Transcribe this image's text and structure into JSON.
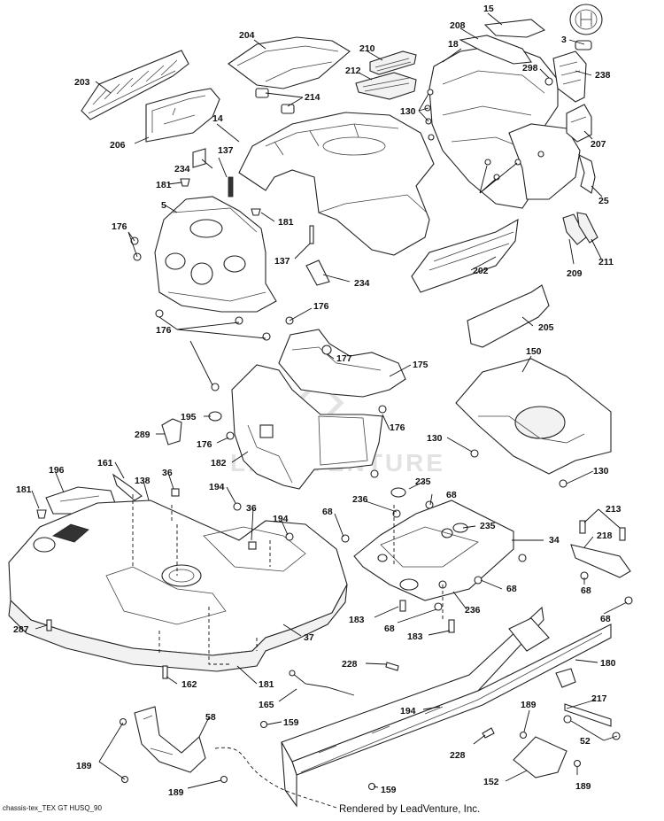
{
  "footer": {
    "diagram_id": "chassis-tex_TEX GT HUSQ_90",
    "rendered_by": "Rendered by LeadVenture, Inc."
  },
  "watermark": "LEADVENTURE",
  "callouts": [
    "15",
    "3",
    "208",
    "18",
    "298",
    "238",
    "204",
    "210",
    "212",
    "214",
    "203",
    "206",
    "14",
    "130",
    "207",
    "137",
    "234",
    "181",
    "5",
    "176",
    "25",
    "202",
    "209",
    "211",
    "234",
    "137",
    "181",
    "176",
    "176",
    "205",
    "177",
    "175",
    "150",
    "195",
    "289",
    "176",
    "182",
    "176",
    "130",
    "130",
    "161",
    "196",
    "36",
    "138",
    "181",
    "194",
    "36",
    "194",
    "235",
    "236",
    "68",
    "68",
    "235",
    "34",
    "213",
    "218",
    "68",
    "68",
    "183",
    "68",
    "236",
    "183",
    "68",
    "287",
    "37",
    "228",
    "180",
    "162",
    "181",
    "165",
    "194",
    "189",
    "159",
    "217",
    "58",
    "52",
    "228",
    "189",
    "189",
    "152",
    "189",
    "159"
  ]
}
